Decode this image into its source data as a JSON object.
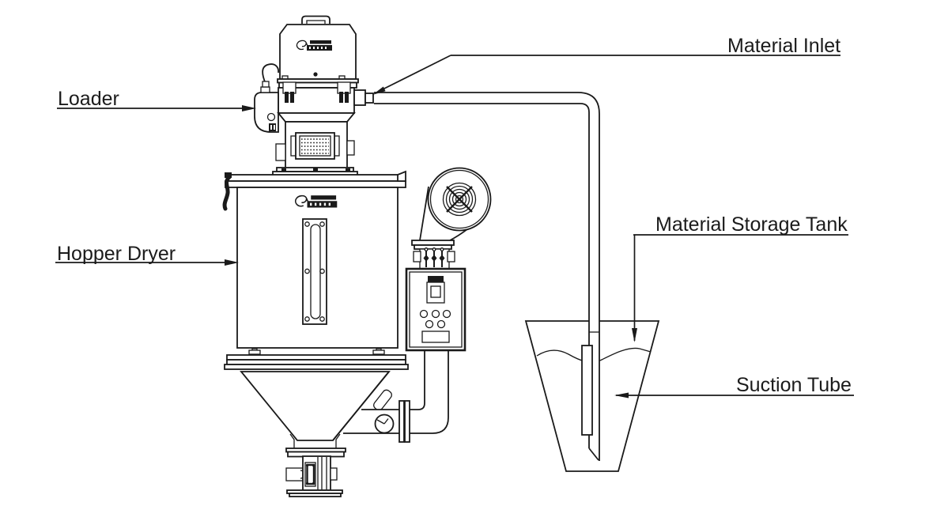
{
  "meta": {
    "title": "Hopper Dryer Loading System Diagram",
    "type": "technical-line-diagram"
  },
  "colors": {
    "background": "#ffffff",
    "line": "#1a1a1a",
    "label_text": "#1b1b1b"
  },
  "labels": {
    "loader": "Loader",
    "hopper_dryer": "Hopper Dryer",
    "material_inlet": "Material Inlet",
    "material_storage_tank": "Material Storage Tank",
    "suction_tube": "Suction Tube"
  },
  "components": [
    "loader",
    "loader-motor",
    "carrying-handle",
    "clamp-latches",
    "material-inlet-stub",
    "loader-control-box",
    "power-cable",
    "filter-screen",
    "hopper-lid",
    "hopper-dryer-body",
    "sight-glass",
    "brand-logo",
    "hopper-cone",
    "discharge-valve",
    "blower-fan",
    "heater-box",
    "control-panel",
    "air-duct",
    "pressure-gauge",
    "conveying-pipe",
    "material-storage-tank",
    "material-level",
    "suction-tube"
  ]
}
